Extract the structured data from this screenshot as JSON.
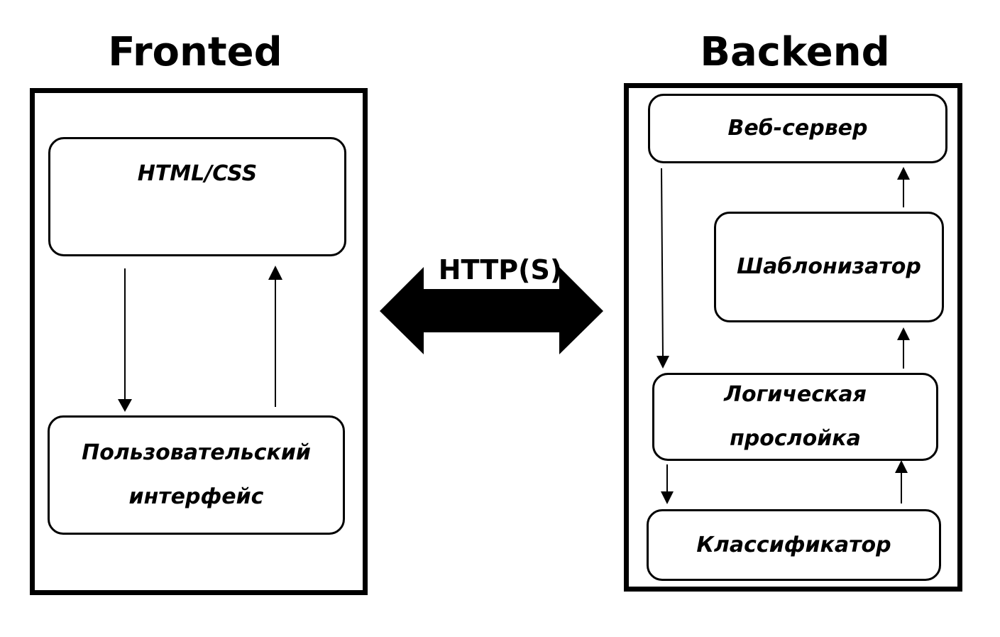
{
  "frontend": {
    "title": "Fronted",
    "html_css": "HTML/CSS",
    "ui_line1": "Пользовательский",
    "ui_line2": "интерфейс"
  },
  "connection": {
    "label": "HTTP(S)"
  },
  "backend": {
    "title": "Backend",
    "web_server": "Веб-сервер",
    "templater": "Шаблонизатор",
    "logic_line1": "Логическая",
    "logic_line2": "прослойка",
    "classifier": "Классификатор"
  }
}
